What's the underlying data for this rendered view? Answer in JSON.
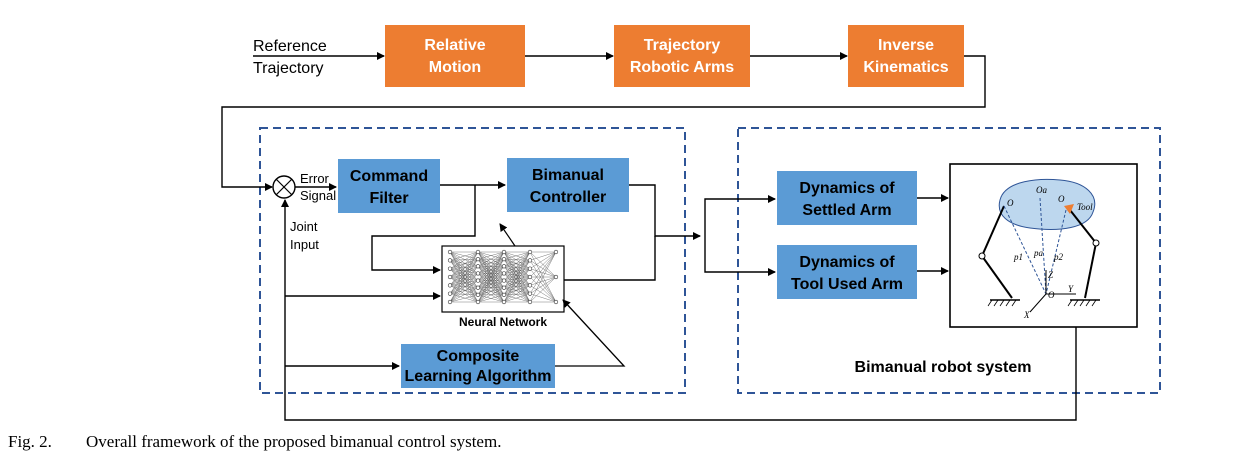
{
  "colors": {
    "orange": "#ED7D31",
    "blue": "#5B9BD5",
    "dash": "#2F5597",
    "line": "#000000",
    "robot_fill": "#BDD7EE"
  },
  "inputs": {
    "reference_line1": "Reference",
    "reference_line2": "Trajectory"
  },
  "top_blocks": {
    "relative_motion": [
      "Relative",
      "Motion"
    ],
    "trajectory_arms": [
      "Trajectory",
      "Robotic Arms"
    ],
    "inverse_kinematics": [
      "Inverse",
      "Kinematics"
    ]
  },
  "controller": {
    "error_signal": [
      "Error",
      "Signal"
    ],
    "joint_input": [
      "Joint",
      "Input"
    ],
    "command_filter": [
      "Command",
      "Filter"
    ],
    "bimanual_controller": [
      "Bimanual",
      "Controller"
    ],
    "neural_network": "Neural Network",
    "composite_learning": [
      "Composite",
      "Learning Algorithm"
    ]
  },
  "plant": {
    "settled_arm": [
      "Dynamics of",
      "Settled Arm"
    ],
    "tool_arm": [
      "Dynamics of",
      "Tool Used Arm"
    ],
    "system_label": "Bimanual robot system",
    "robot_labels": {
      "o1": "O",
      "oa": "Oa",
      "o2": "O",
      "tool": "Tool",
      "p1": "p1",
      "pa": "pa",
      "p2": "p2",
      "z": "Z",
      "o": "O",
      "y": "Y",
      "x": "X"
    }
  },
  "caption": {
    "fig": "Fig. 2.",
    "text": "Overall framework of the proposed bimanual control system."
  }
}
